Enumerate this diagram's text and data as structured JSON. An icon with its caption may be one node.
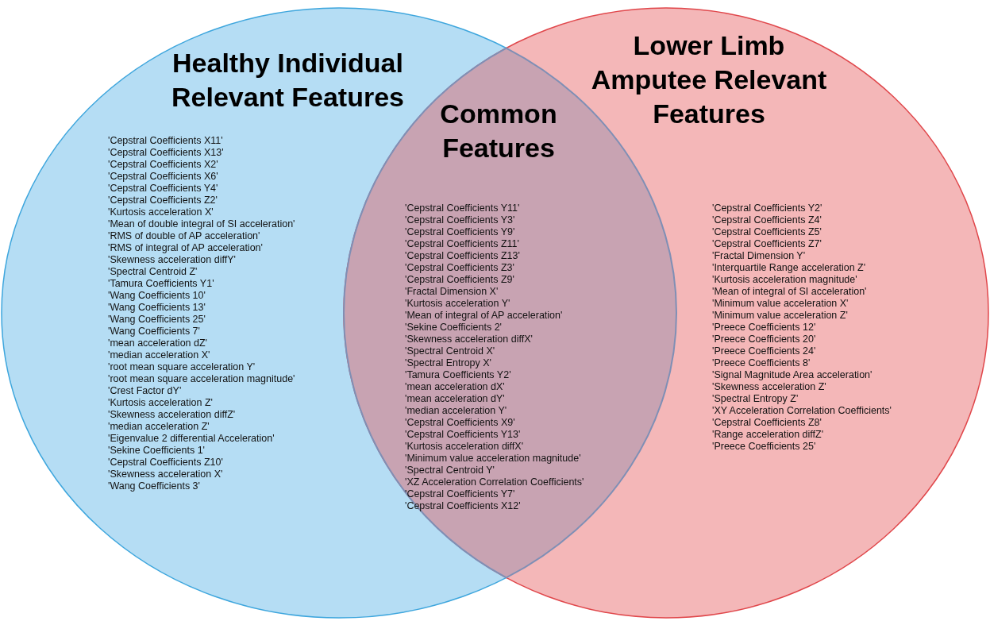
{
  "diagram": {
    "nodes": [
      {
        "text": [
          "Healthy Individual Relevant Features",
          "'Cepstral Coefficients X11'",
          "'Cepstral Coefficients X13'",
          "'Cepstral Coefficients X2'",
          "'Cepstral Coefficients X6'",
          "'Cepstral Coefficients Y4'",
          "'Cepstral Coefficients Z2'",
          "'Kurtosis acceleration X'",
          "'Mean of double integral of SI acceleration'",
          "'RMS of double of AP acceleration'",
          "'RMS of integral of AP acceleration'",
          "'Skewness acceleration diffY'",
          "'Spectral Centroid Z'",
          "'Tamura Coefficients Y1'",
          "'Wang Coefficients 10'",
          "'Wang Coefficients 13'",
          "'Wang Coefficients 25'",
          "'Wang Coefficients 7'",
          "'mean acceleration dZ'",
          "'median acceleration X'",
          "'root mean square acceleration Y'",
          "'root mean square acceleration magnitude'",
          "'Crest Factor dY'",
          "'Kurtosis acceleration Z'",
          "'Skewness acceleration diffZ'",
          "'median acceleration Z'",
          "'Eigenvalue 2 differential Acceleration'",
          "'Sekine Coefficients 1'",
          "'Cepstral Coefficients Z10'",
          "'Skewness acceleration X'",
          "'Wang Coefficients 3'"
        ]
      },
      {
        "text": [
          "Lower Limb Amputee Relevant Features",
          "'Cepstral Coefficients Y2'",
          "'Cepstral Coefficients Z4'",
          "'Cepstral Coefficients Z5'",
          "'Cepstral Coefficients Z7'",
          "'Fractal Dimension Y'",
          "'Interquartile Range acceleration Z'",
          "'Kurtosis acceleration magnitude'",
          "'Mean of integral of SI acceleration'",
          "'Minimum value acceleration X'",
          "'Minimum value acceleration Z'",
          "'Preece Coefficients 12'",
          "'Preece Coefficients 20'",
          "'Preece Coefficients 24'",
          "'Preece Coefficients 8'",
          "'Signal Magnitude Area acceleration'",
          "'Skewness acceleration Z'",
          "'Spectral Entropy Z'",
          "'XY Acceleration Correlation Coefficients'",
          "'Cepstral Coefficients Z8'",
          "'Range acceleration diffZ'",
          "'Preece Coefficients 25'"
        ]
      },
      {
        "text": [
          "Common Features",
          "'Cepstral Coefficients Y11'",
          "'Cepstral Coefficients Y3'",
          "'Cepstral Coefficients Y9'",
          "'Cepstral Coefficients Z11'",
          "'Cepstral Coefficients Z13'",
          "'Cepstral Coefficients Z3'",
          "'Cepstral Coefficients Z9'",
          "'Fractal Dimension X'",
          "'Kurtosis acceleration Y'",
          "'Mean of integral of AP acceleration'",
          "'Sekine Coefficients 2'",
          "'Skewness acceleration diffX'",
          "'Spectral Centroid X'",
          "'Spectral Entropy X'",
          "'Tamura Coefficients Y2'",
          "'mean acceleration dX'",
          "'mean acceleration dY'",
          "'median acceleration Y'",
          "'Cepstral Coefficients X9'",
          "'Cepstral Coefficients Y13'",
          "'Kurtosis acceleration diffX'",
          "'Minimum value acceleration magnitude'",
          "'Spectral Centroid Y'",
          "'XZ Acceleration Correlation Coefficients'",
          "'Cepstral Coefficients Y7'",
          "'Cepstral Coefficients X12'"
        ]
      }
    ]
  }
}
